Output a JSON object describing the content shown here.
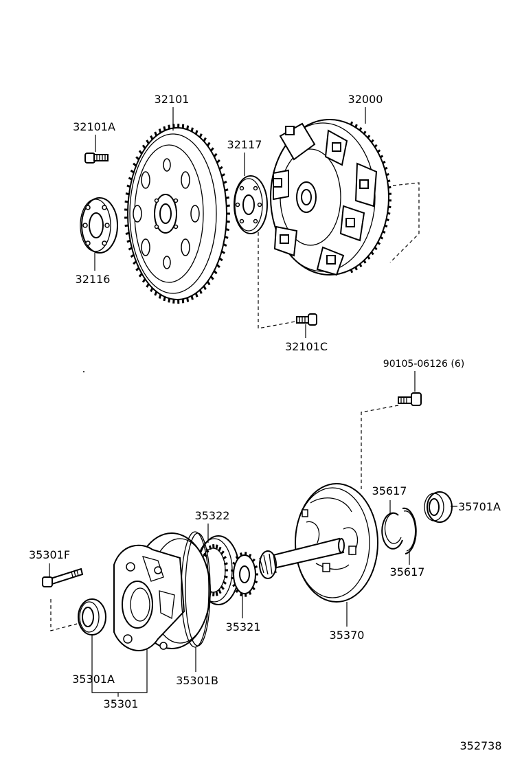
{
  "diagram": {
    "reference_number": "352738",
    "parts": [
      {
        "id": "p32101",
        "number": "32101",
        "name": "flywheel-ring-gear"
      },
      {
        "id": "p32101A",
        "number": "32101A",
        "name": "bolt"
      },
      {
        "id": "p32116",
        "number": "32116",
        "name": "spacer-ring"
      },
      {
        "id": "p32117",
        "number": "32117",
        "name": "drive-plate"
      },
      {
        "id": "p32000",
        "number": "32000",
        "name": "torque-converter"
      },
      {
        "id": "p32101C",
        "number": "32101C",
        "name": "bolt"
      },
      {
        "id": "p90105",
        "number": "90105-06126 (6)",
        "name": "bolt"
      },
      {
        "id": "p35322",
        "number": "35322",
        "name": "driven-gear"
      },
      {
        "id": "p35617a",
        "number": "35617",
        "name": "snap-ring"
      },
      {
        "id": "p35701A",
        "number": "35701A",
        "name": "bearing"
      },
      {
        "id": "p35301F",
        "number": "35301F",
        "name": "bolt"
      },
      {
        "id": "p35617b",
        "number": "35617",
        "name": "snap-ring"
      },
      {
        "id": "p35321",
        "number": "35321",
        "name": "drive-gear"
      },
      {
        "id": "p35370",
        "number": "35370",
        "name": "stator-shaft"
      },
      {
        "id": "p35301A",
        "number": "35301A",
        "name": "oil-seal"
      },
      {
        "id": "p35301B",
        "number": "35301B",
        "name": "o-ring"
      },
      {
        "id": "p35301",
        "number": "35301",
        "name": "oil-pump-body"
      }
    ]
  }
}
